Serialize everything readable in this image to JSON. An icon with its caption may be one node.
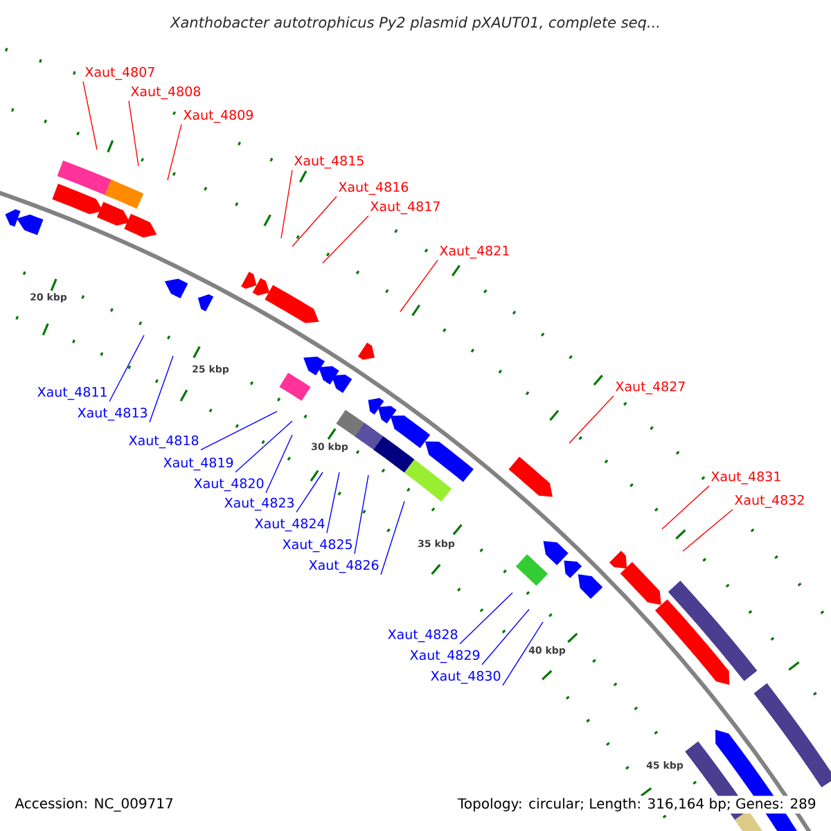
{
  "diagram": {
    "title": "Xanthobacter autotrophicus Py2 plasmid pXAUT01, complete seq...",
    "nodes": [
      {
        "text": [
          "Xaut_4807"
        ]
      },
      {
        "text": [
          "Xaut_4808"
        ]
      },
      {
        "text": [
          "Xaut_4809"
        ]
      },
      {
        "text": [
          "Xaut_4811"
        ]
      },
      {
        "text": [
          "Xaut_4813"
        ]
      },
      {
        "text": [
          "Xaut_4815"
        ]
      },
      {
        "text": [
          "Xaut_4816"
        ]
      },
      {
        "text": [
          "Xaut_4817"
        ]
      },
      {
        "text": [
          "Xaut_4818"
        ]
      },
      {
        "text": [
          "Xaut_4819"
        ]
      },
      {
        "text": [
          "Xaut_4820"
        ]
      },
      {
        "text": [
          "Xaut_4821"
        ]
      },
      {
        "text": [
          "Xaut_4823"
        ]
      },
      {
        "text": [
          "Xaut_4824"
        ]
      },
      {
        "text": [
          "Xaut_4825"
        ]
      },
      {
        "text": [
          "Xaut_4826"
        ]
      },
      {
        "text": [
          "Xaut_4827"
        ]
      },
      {
        "text": [
          "Xaut_4828"
        ]
      },
      {
        "text": [
          "Xaut_4829"
        ]
      },
      {
        "text": [
          "Xaut_4830"
        ]
      },
      {
        "text": [
          "Xaut_4831"
        ]
      },
      {
        "text": [
          "Xaut_4832"
        ]
      }
    ],
    "edges": [
      {
        "from": 0,
        "to": null,
        "arrow": "none",
        "color": "#ff0000"
      },
      {
        "from": 1,
        "to": null,
        "arrow": "none",
        "color": "#ff0000"
      },
      {
        "from": 2,
        "to": null,
        "arrow": "none",
        "color": "#ff0000"
      },
      {
        "from": 3,
        "to": null,
        "arrow": "none"
      },
      {
        "from": 4,
        "to": null,
        "arrow": "none"
      },
      {
        "from": 5,
        "to": null,
        "arrow": "none",
        "color": "#ff0000"
      },
      {
        "from": 6,
        "to": null,
        "arrow": "none",
        "color": "#ff0000"
      },
      {
        "from": 7,
        "to": null,
        "arrow": "none",
        "color": "#ff0000"
      },
      {
        "from": 8,
        "to": null,
        "arrow": "none"
      },
      {
        "from": 9,
        "to": null,
        "arrow": "none"
      },
      {
        "from": 10,
        "to": null,
        "arrow": "none"
      },
      {
        "from": 11,
        "to": null,
        "arrow": "none",
        "color": "#ff0000"
      },
      {
        "from": 12,
        "to": null,
        "arrow": "none"
      },
      {
        "from": 13,
        "to": null,
        "arrow": "none"
      },
      {
        "from": 14,
        "to": null,
        "arrow": "none"
      },
      {
        "from": 15,
        "to": null,
        "arrow": "none"
      },
      {
        "from": 16,
        "to": null,
        "arrow": "none",
        "color": "#ff0000"
      },
      {
        "from": 17,
        "to": null,
        "arrow": "none"
      },
      {
        "from": 18,
        "to": null,
        "arrow": "none"
      },
      {
        "from": 19,
        "to": null,
        "arrow": "none"
      },
      {
        "from": 20,
        "to": null,
        "arrow": "none",
        "color": "#ff0000"
      },
      {
        "from": 21,
        "to": null,
        "arrow": "none",
        "color": "#ff0000"
      }
    ],
    "labels": [
      "20 kbp",
      "25 kbp",
      "30 kbp",
      "35 kbp",
      "40 kbp",
      "45 kbp",
      "Accession: NC_009717",
      "Topology: circular; Length: 316,164 bp; Genes: 289"
    ]
  }
}
